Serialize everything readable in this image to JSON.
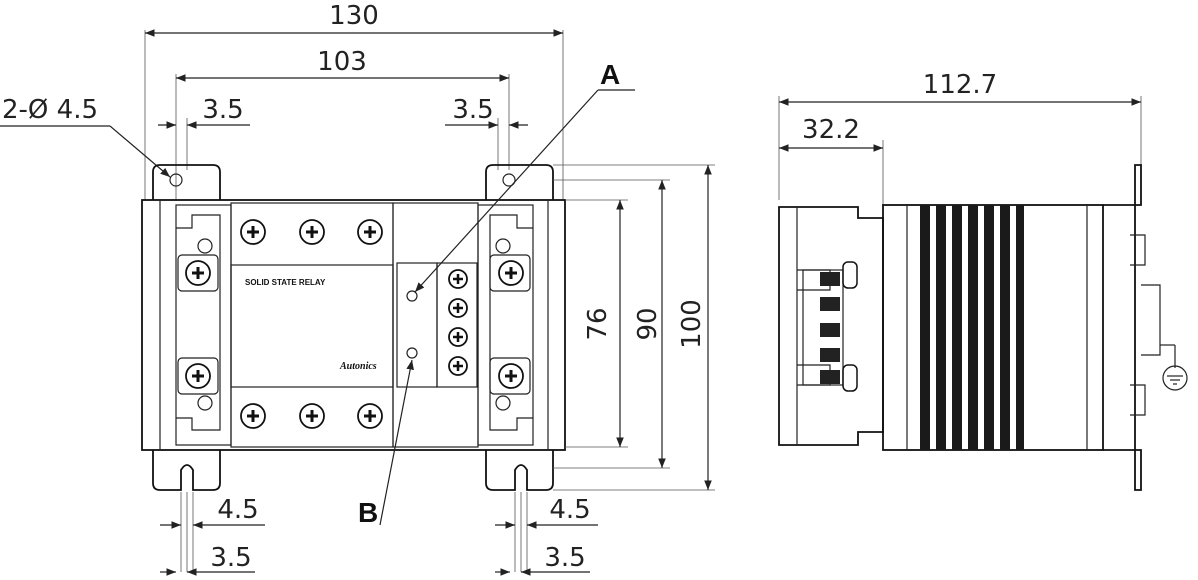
{
  "front_view": {
    "dim_total_width": "130",
    "dim_hole_pitch": "103",
    "dim_hole_spec": "2-Ø 4.5",
    "dim_left_offset": "3.5",
    "dim_right_offset": "3.5",
    "dim_slot_left_width": "4.5",
    "dim_slot_right_width": "4.5",
    "dim_slot_left_offset": "3.5",
    "dim_slot_right_offset": "3.5",
    "dim_76": "76",
    "dim_90": "90",
    "dim_100": "100",
    "callout_a": "A",
    "callout_b": "B",
    "product_label": "SOLID STATE RELAY",
    "brand": "Autonics"
  },
  "side_view": {
    "dim_total_depth": "112.7",
    "dim_terminal_depth": "32.2"
  }
}
